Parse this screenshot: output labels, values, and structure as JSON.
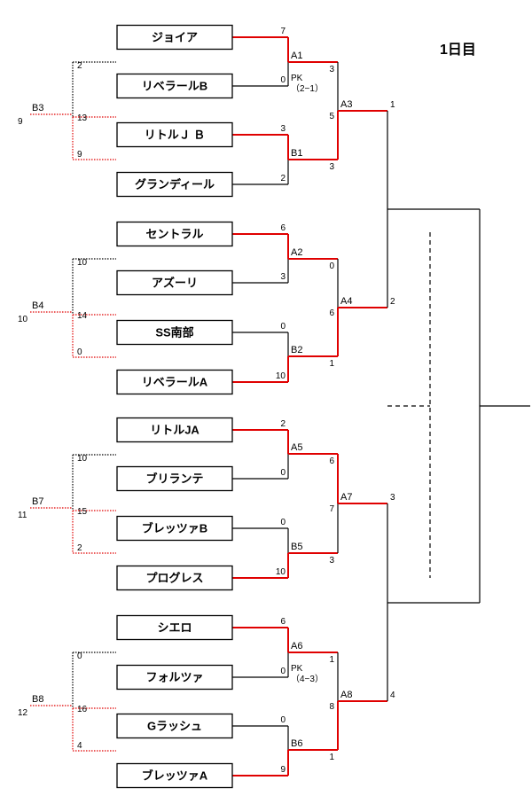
{
  "title": "1日目",
  "colors": {
    "win": "#e00000",
    "line": "#000000"
  },
  "teams": [
    "ジョイア",
    "リベラールB",
    "リトルＪ Ｂ",
    "グランディール",
    "セントラル",
    "アズーリ",
    "SS南部",
    "リベラールA",
    "リトルJA",
    "ブリランテ",
    "ブレッツァB",
    "プログレス",
    "シエロ",
    "フォルツァ",
    "Gラッシュ",
    "ブレッツァA"
  ],
  "round1": [
    {
      "label": "A1",
      "top": "7",
      "bottom": "0",
      "winner": "top"
    },
    {
      "label": "B1",
      "top": "3",
      "bottom": "2",
      "winner": "top"
    },
    {
      "label": "A2",
      "top": "6",
      "bottom": "3",
      "winner": "top"
    },
    {
      "label": "B2",
      "top": "0",
      "bottom": "10",
      "winner": "bottom"
    },
    {
      "label": "A5",
      "top": "2",
      "bottom": "0",
      "winner": "top"
    },
    {
      "label": "B5",
      "top": "0",
      "bottom": "10",
      "winner": "bottom"
    },
    {
      "label": "A6",
      "top": "6",
      "bottom": "0",
      "winner": "top"
    },
    {
      "label": "B6",
      "top": "0",
      "bottom": "9",
      "winner": "bottom"
    }
  ],
  "round2": [
    {
      "label": "A3",
      "top": "3",
      "bottom": "3",
      "winner": "bottom",
      "pk": [
        "PK",
        "（2−1）"
      ]
    },
    {
      "label": "A4",
      "top": "0",
      "bottom": "1",
      "winner": "bottom"
    },
    {
      "label": "A7",
      "top": "6",
      "bottom": "3",
      "winner": "top"
    },
    {
      "label": "A8",
      "top": "1",
      "bottom": "1",
      "winner": "bottom",
      "pk": [
        "PK",
        "（4−3）"
      ]
    }
  ],
  "round2_mid_scores": [
    "5",
    "6",
    "7",
    "8"
  ],
  "slot_numbers": [
    "1",
    "2",
    "3",
    "4"
  ],
  "loser_brackets": [
    {
      "label": "B3",
      "seed": "9",
      "nums": [
        "2",
        "13",
        "9"
      ]
    },
    {
      "label": "B4",
      "seed": "10",
      "nums": [
        "10",
        "14",
        "0"
      ]
    },
    {
      "label": "B7",
      "seed": "11",
      "nums": [
        "10",
        "15",
        "2"
      ]
    },
    {
      "label": "B8",
      "seed": "12",
      "nums": [
        "0",
        "16",
        "4"
      ]
    }
  ]
}
